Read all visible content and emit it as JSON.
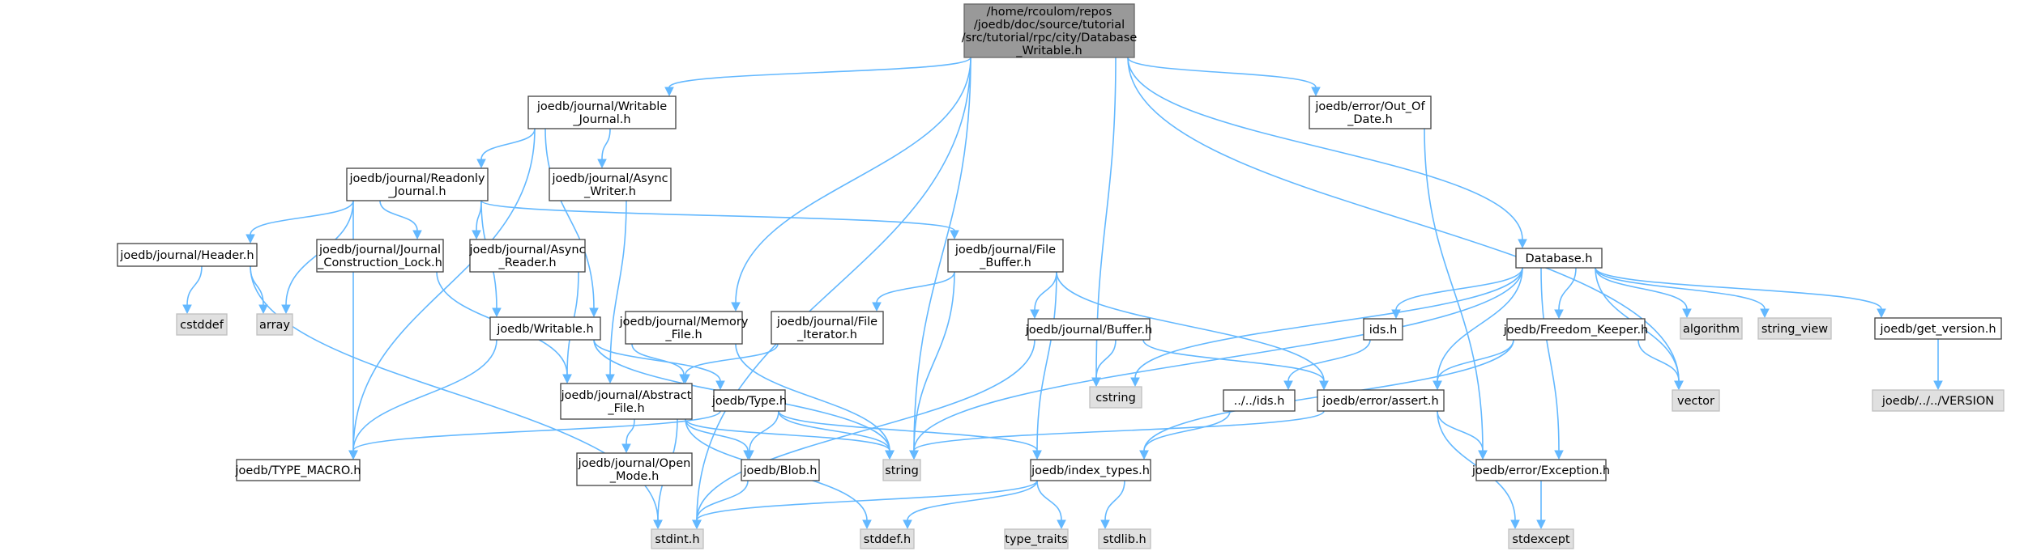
{
  "graph": {
    "nodes": [
      {
        "id": "root",
        "kind": "root",
        "label": [
          "/home/rcoulom/repos",
          "/joedb/doc/source/tutorial",
          "/src/tutorial/rpc/city/Database",
          "_Writable.h"
        ]
      },
      {
        "id": "wj",
        "kind": "hdr",
        "label": [
          "joedb/journal/Writable",
          "_Journal.h"
        ]
      },
      {
        "id": "ood",
        "kind": "hdr",
        "label": [
          "joedb/error/Out_Of",
          "_Date.h"
        ]
      },
      {
        "id": "rj",
        "kind": "hdr",
        "label": [
          "joedb/journal/Readonly",
          "_Journal.h"
        ]
      },
      {
        "id": "aw",
        "kind": "hdr",
        "label": [
          "joedb/journal/Async",
          "_Writer.h"
        ]
      },
      {
        "id": "hdr",
        "kind": "hdr",
        "label": [
          "joedb/journal/Header.h"
        ]
      },
      {
        "id": "jcl",
        "kind": "hdr",
        "label": [
          "joedb/journal/Journal",
          "_Construction_Lock.h"
        ]
      },
      {
        "id": "ar",
        "kind": "hdr",
        "label": [
          "joedb/journal/Async",
          "_Reader.h"
        ]
      },
      {
        "id": "fb",
        "kind": "hdr",
        "label": [
          "joedb/journal/File",
          "_Buffer.h"
        ]
      },
      {
        "id": "dbh",
        "kind": "hdr",
        "label": [
          "Database.h"
        ]
      },
      {
        "id": "cstddef",
        "kind": "std",
        "label": [
          "cstddef"
        ]
      },
      {
        "id": "array",
        "kind": "std",
        "label": [
          "array"
        ]
      },
      {
        "id": "wr",
        "kind": "hdr",
        "label": [
          "joedb/Writable.h"
        ]
      },
      {
        "id": "mf",
        "kind": "hdr",
        "label": [
          "joedb/journal/Memory",
          "_File.h"
        ]
      },
      {
        "id": "fi",
        "kind": "hdr",
        "label": [
          "joedb/journal/File",
          "_Iterator.h"
        ]
      },
      {
        "id": "buf",
        "kind": "hdr",
        "label": [
          "joedb/journal/Buffer.h"
        ]
      },
      {
        "id": "ids",
        "kind": "hdr",
        "label": [
          "ids.h"
        ]
      },
      {
        "id": "fk",
        "kind": "hdr",
        "label": [
          "joedb/Freedom_Keeper.h"
        ]
      },
      {
        "id": "algorithm",
        "kind": "std",
        "label": [
          "algorithm"
        ]
      },
      {
        "id": "string_view",
        "kind": "std",
        "label": [
          "string_view"
        ]
      },
      {
        "id": "gv",
        "kind": "hdr",
        "label": [
          "joedb/get_version.h"
        ]
      },
      {
        "id": "af",
        "kind": "hdr",
        "label": [
          "joedb/journal/Abstract",
          "_File.h"
        ]
      },
      {
        "id": "type",
        "kind": "hdr",
        "label": [
          "joedb/Type.h"
        ]
      },
      {
        "id": "cstring",
        "kind": "std",
        "label": [
          "cstring"
        ]
      },
      {
        "id": "ids2",
        "kind": "hdr",
        "label": [
          "../../ids.h"
        ]
      },
      {
        "id": "assert",
        "kind": "hdr",
        "label": [
          "joedb/error/assert.h"
        ]
      },
      {
        "id": "vector",
        "kind": "std",
        "label": [
          "vector"
        ]
      },
      {
        "id": "version",
        "kind": "std",
        "label": [
          "joedb/../../VERSION"
        ]
      },
      {
        "id": "tm",
        "kind": "hdr",
        "label": [
          "joedb/TYPE_MACRO.h"
        ]
      },
      {
        "id": "om",
        "kind": "hdr",
        "label": [
          "joedb/journal/Open",
          "_Mode.h"
        ]
      },
      {
        "id": "blob",
        "kind": "hdr",
        "label": [
          "joedb/Blob.h"
        ]
      },
      {
        "id": "string",
        "kind": "std",
        "label": [
          "string"
        ]
      },
      {
        "id": "it",
        "kind": "hdr",
        "label": [
          "joedb/index_types.h"
        ]
      },
      {
        "id": "exc",
        "kind": "hdr",
        "label": [
          "joedb/error/Exception.h"
        ]
      },
      {
        "id": "stdint",
        "kind": "std",
        "label": [
          "stdint.h"
        ]
      },
      {
        "id": "stddef",
        "kind": "std",
        "label": [
          "stddef.h"
        ]
      },
      {
        "id": "type_traits",
        "kind": "std",
        "label": [
          "type_traits"
        ]
      },
      {
        "id": "stdlib",
        "kind": "std",
        "label": [
          "stdlib.h"
        ]
      },
      {
        "id": "stdexcept",
        "kind": "std",
        "label": [
          "stdexcept"
        ]
      }
    ],
    "edges": [
      [
        "root",
        "wj"
      ],
      [
        "root",
        "mf"
      ],
      [
        "root",
        "string"
      ],
      [
        "root",
        "cstring"
      ],
      [
        "root",
        "ood"
      ],
      [
        "root",
        "dbh"
      ],
      [
        "root",
        "vector"
      ],
      [
        "root",
        "stdint"
      ],
      [
        "wj",
        "rj"
      ],
      [
        "wj",
        "aw"
      ],
      [
        "wj",
        "wr"
      ],
      [
        "wj",
        "tm"
      ],
      [
        "rj",
        "hdr"
      ],
      [
        "rj",
        "jcl"
      ],
      [
        "rj",
        "ar"
      ],
      [
        "rj",
        "fb"
      ],
      [
        "rj",
        "array"
      ],
      [
        "rj",
        "tm"
      ],
      [
        "rj",
        "wr"
      ],
      [
        "aw",
        "af"
      ],
      [
        "hdr",
        "cstddef"
      ],
      [
        "hdr",
        "array"
      ],
      [
        "hdr",
        "stdint"
      ],
      [
        "jcl",
        "af"
      ],
      [
        "ar",
        "af"
      ],
      [
        "fb",
        "fi"
      ],
      [
        "fb",
        "buf"
      ],
      [
        "fb",
        "assert"
      ],
      [
        "fb",
        "string"
      ],
      [
        "fb",
        "it"
      ],
      [
        "fi",
        "af"
      ],
      [
        "buf",
        "cstring"
      ],
      [
        "buf",
        "assert"
      ],
      [
        "buf",
        "stdint"
      ],
      [
        "wr",
        "type"
      ],
      [
        "wr",
        "tm"
      ],
      [
        "wr",
        "string"
      ],
      [
        "mf",
        "af"
      ],
      [
        "mf",
        "string"
      ],
      [
        "af",
        "om"
      ],
      [
        "af",
        "blob"
      ],
      [
        "af",
        "string"
      ],
      [
        "af",
        "stdint"
      ],
      [
        "af",
        "stddef"
      ],
      [
        "type",
        "blob"
      ],
      [
        "type",
        "string"
      ],
      [
        "type",
        "tm"
      ],
      [
        "type",
        "it"
      ],
      [
        "blob",
        "stdint"
      ],
      [
        "ood",
        "exc"
      ],
      [
        "dbh",
        "ids"
      ],
      [
        "dbh",
        "fk"
      ],
      [
        "dbh",
        "algorithm"
      ],
      [
        "dbh",
        "string_view"
      ],
      [
        "dbh",
        "gv"
      ],
      [
        "dbh",
        "vector"
      ],
      [
        "dbh",
        "cstring"
      ],
      [
        "dbh",
        "assert"
      ],
      [
        "dbh",
        "exc"
      ],
      [
        "dbh",
        "string"
      ],
      [
        "ids",
        "ids2"
      ],
      [
        "ids2",
        "it"
      ],
      [
        "fk",
        "assert"
      ],
      [
        "fk",
        "vector"
      ],
      [
        "fk",
        "it"
      ],
      [
        "gv",
        "version"
      ],
      [
        "assert",
        "string"
      ],
      [
        "assert",
        "exc"
      ],
      [
        "assert",
        "stdexcept"
      ],
      [
        "it",
        "stdint"
      ],
      [
        "it",
        "stddef"
      ],
      [
        "it",
        "type_traits"
      ],
      [
        "it",
        "stdlib"
      ],
      [
        "exc",
        "stdexcept"
      ]
    ]
  }
}
